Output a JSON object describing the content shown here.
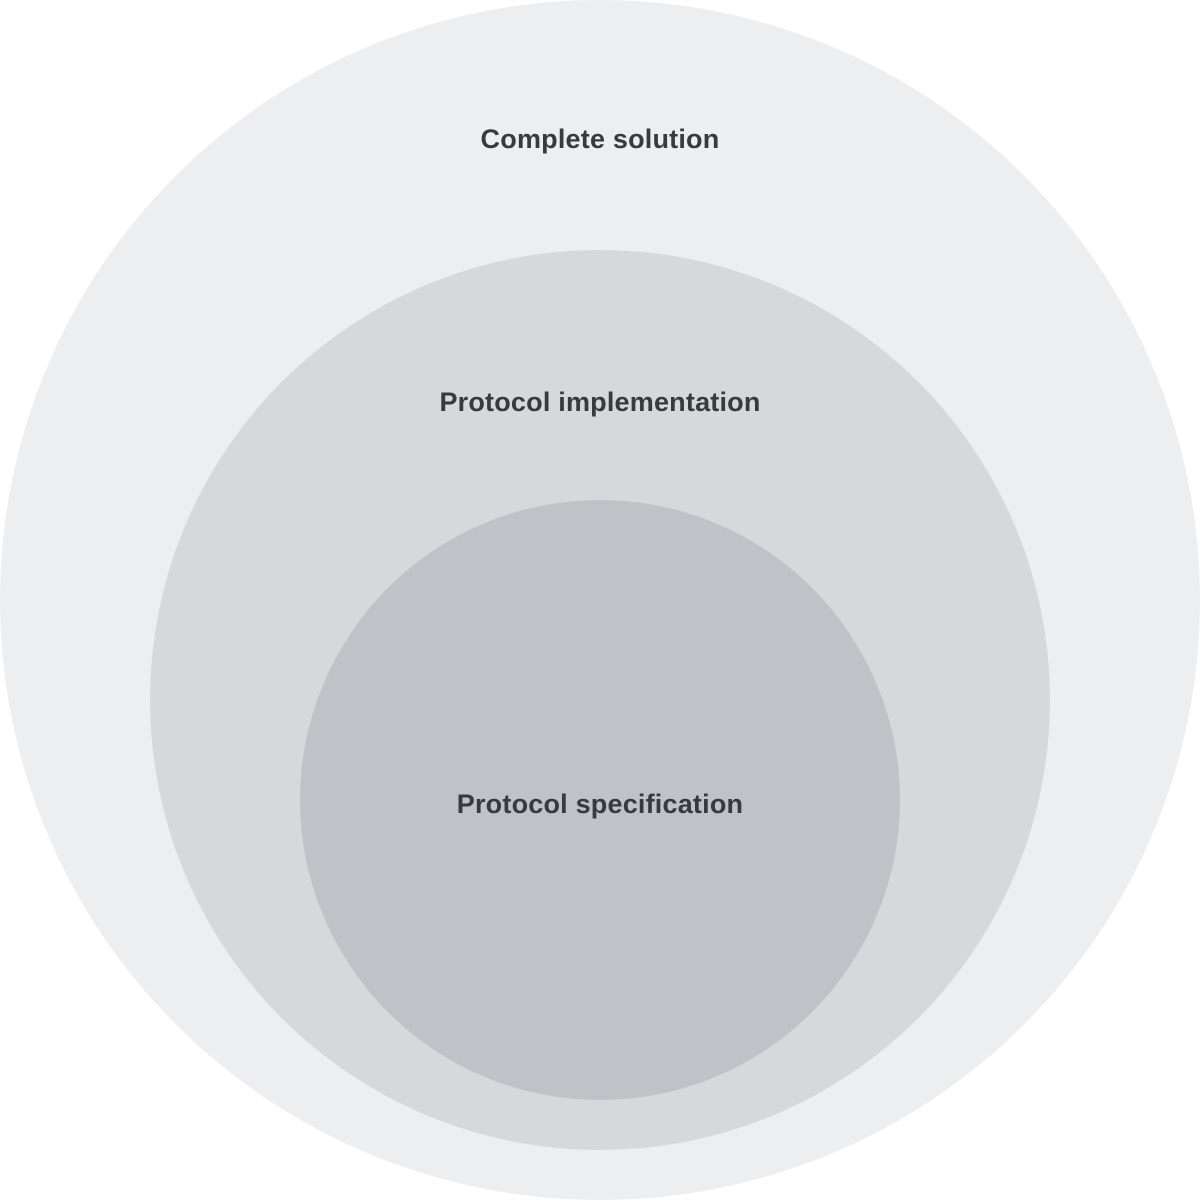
{
  "diagram": {
    "layers": [
      {
        "label": "Complete solution",
        "fill": "#edeef0"
      },
      {
        "label": "Protocol implementation",
        "fill": "#d6d9dc"
      },
      {
        "label": "Protocol specification",
        "fill": "#bfc3c7"
      }
    ],
    "text_color": "#373a3e"
  }
}
